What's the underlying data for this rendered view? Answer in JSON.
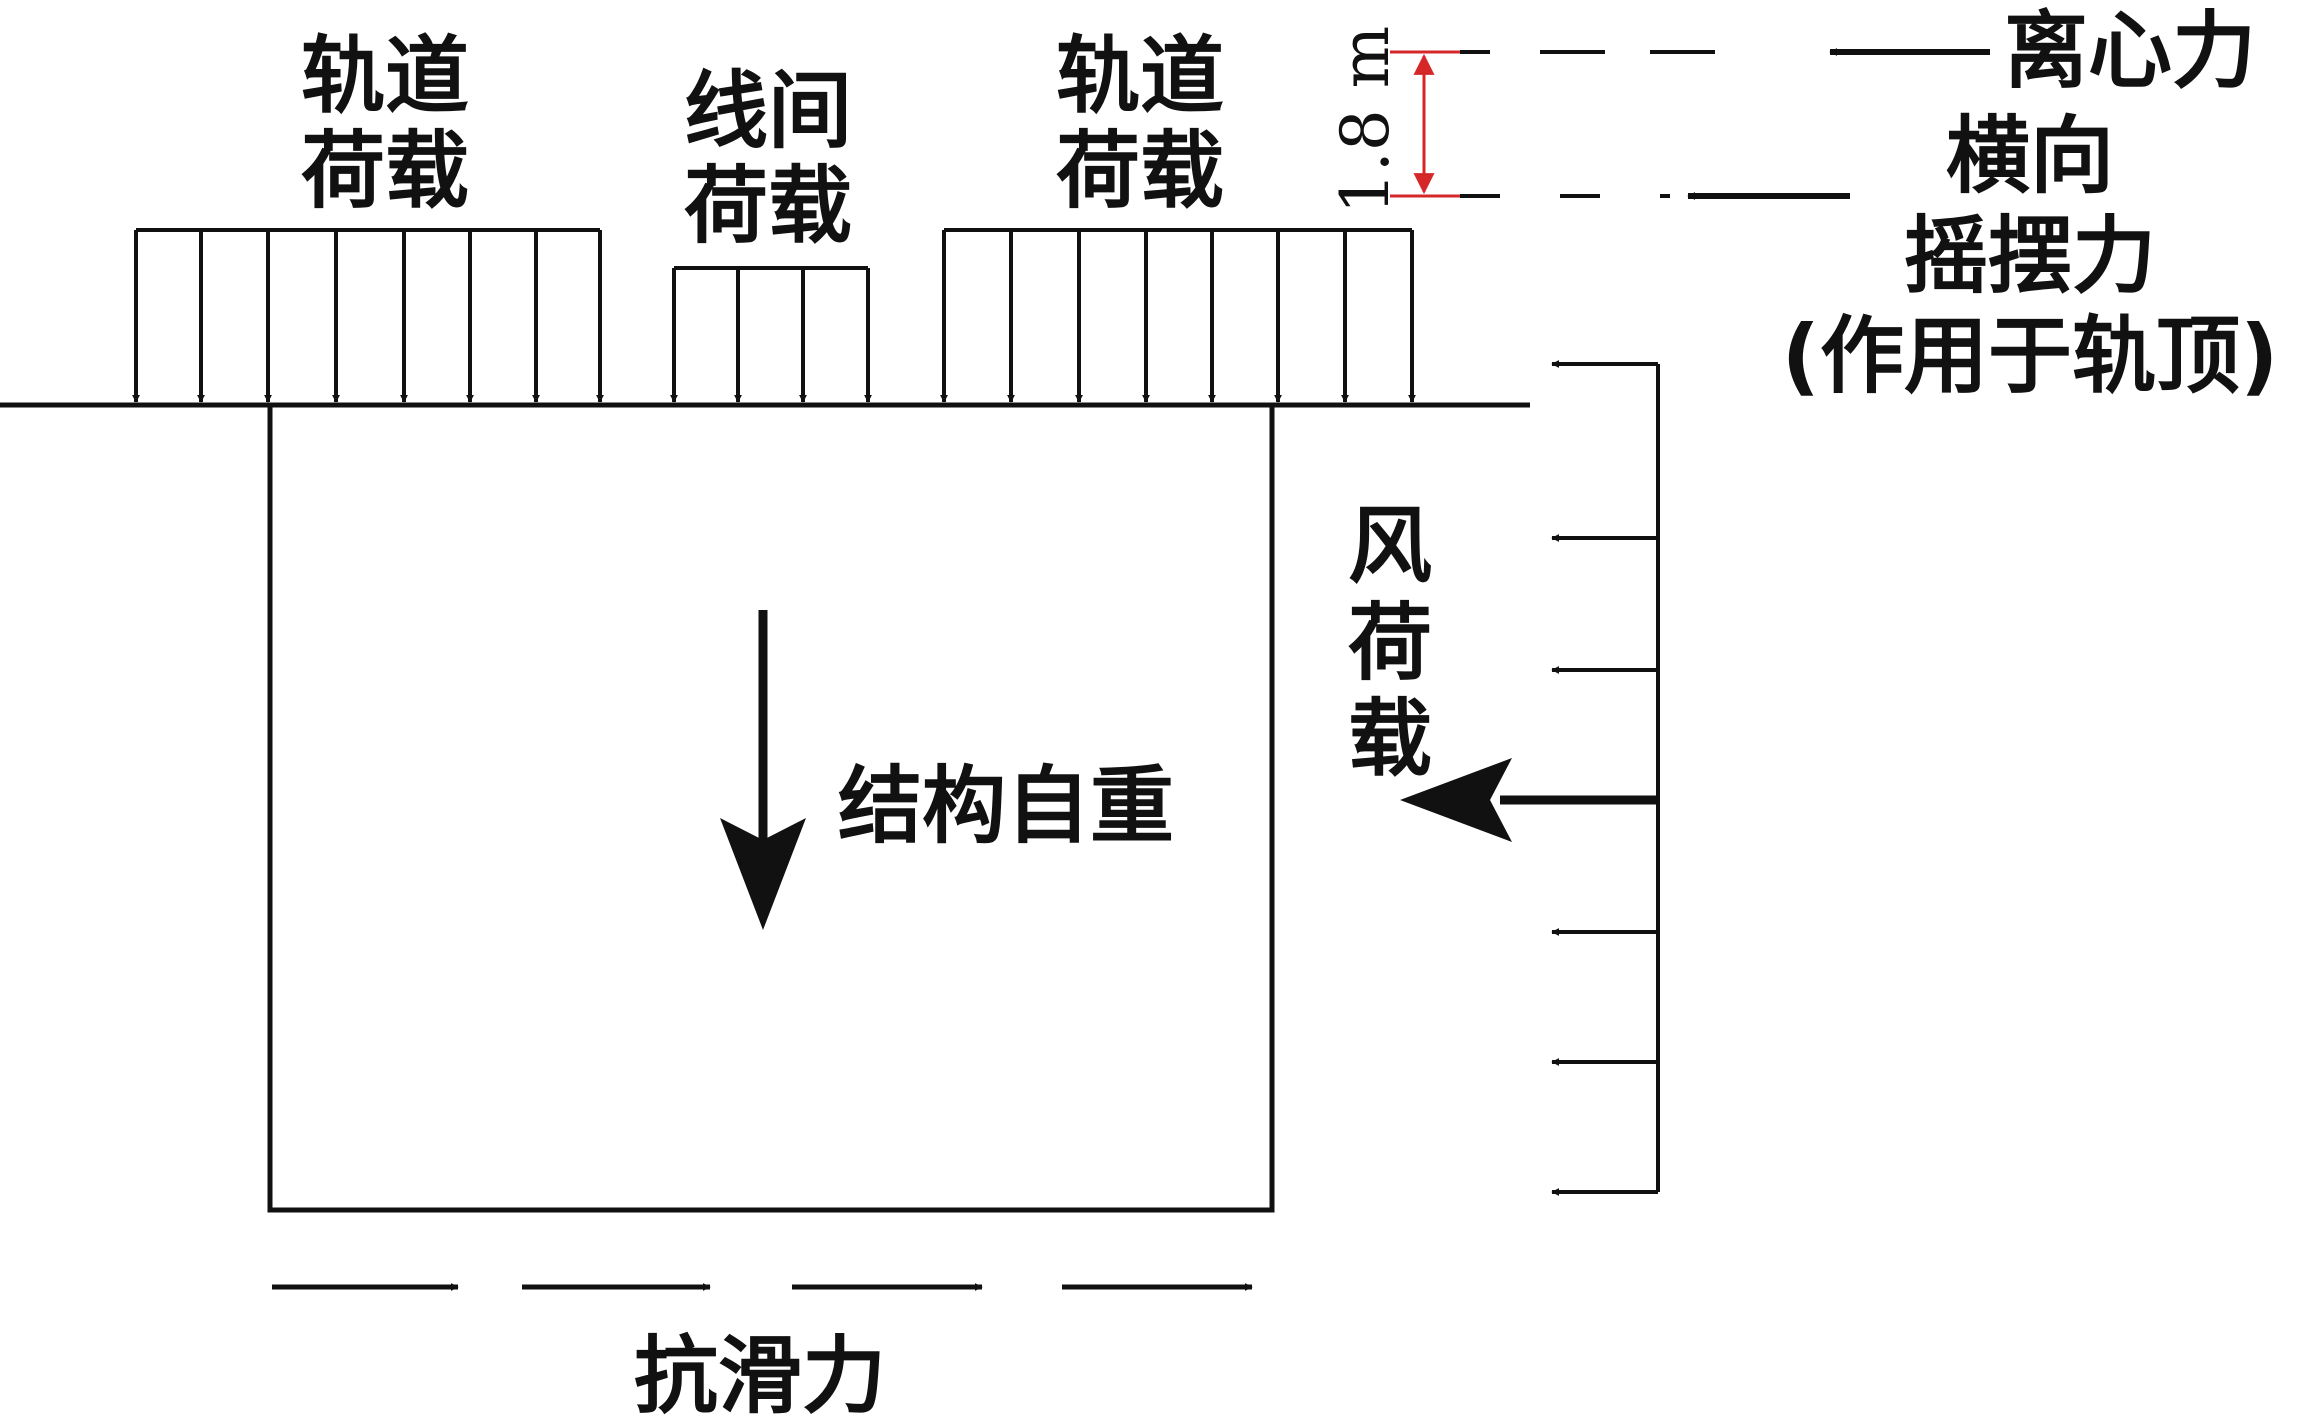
{
  "labels": {
    "track_load_left": [
      "轨道",
      "荷载"
    ],
    "inter_track_load": [
      "线间",
      "荷载"
    ],
    "track_load_right": [
      "轨道",
      "荷载"
    ],
    "centrifugal_force": "离心力",
    "lateral_swing_force": [
      "横向",
      "摇摆力",
      "(作用于轨顶)"
    ],
    "wind_load": [
      "风",
      "荷",
      "载"
    ],
    "self_weight": "结构自重",
    "anti_slide_force": "抗滑力",
    "dimension": "1.8 m"
  },
  "colors": {
    "line": "#111111",
    "dimension": "#d62728"
  }
}
